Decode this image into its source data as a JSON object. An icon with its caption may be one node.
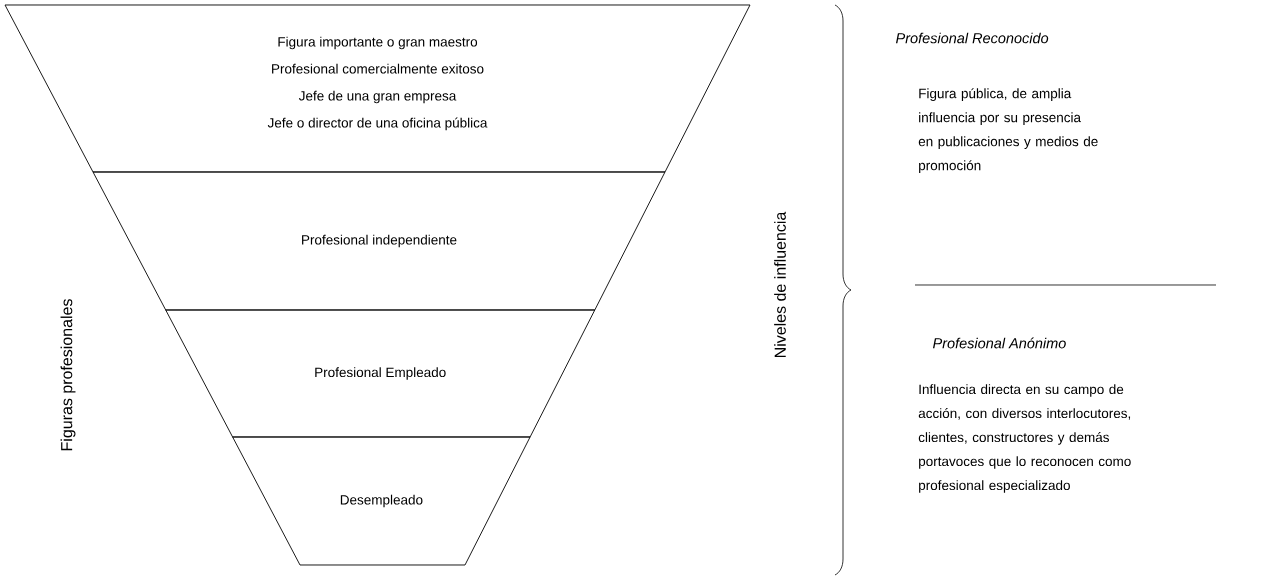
{
  "diagram": {
    "nodes": [
      {
        "text": [
          "Figura importante o gran maestro",
          "Profesional comercialmente exitoso",
          "Jefe de una gran empresa",
          "Jefe o director de una oficina pública"
        ]
      },
      {
        "text": [
          "Profesional independiente"
        ]
      },
      {
        "text": [
          "Profesional Empleado"
        ]
      },
      {
        "text": [
          "Desempleado"
        ]
      }
    ],
    "labels": [
      "Figuras profesionales",
      "Niveles de influencia",
      "Profesional Reconocido",
      "Figura pública, de amplia influencia por su presencia en publicaciones y medios de promoción",
      "Profesional Anónimo",
      "Influencia directa en su campo de acción, con diversos interlocutores, clientes, constructores y demás portavoces que lo reconocen como profesional especializado"
    ]
  }
}
